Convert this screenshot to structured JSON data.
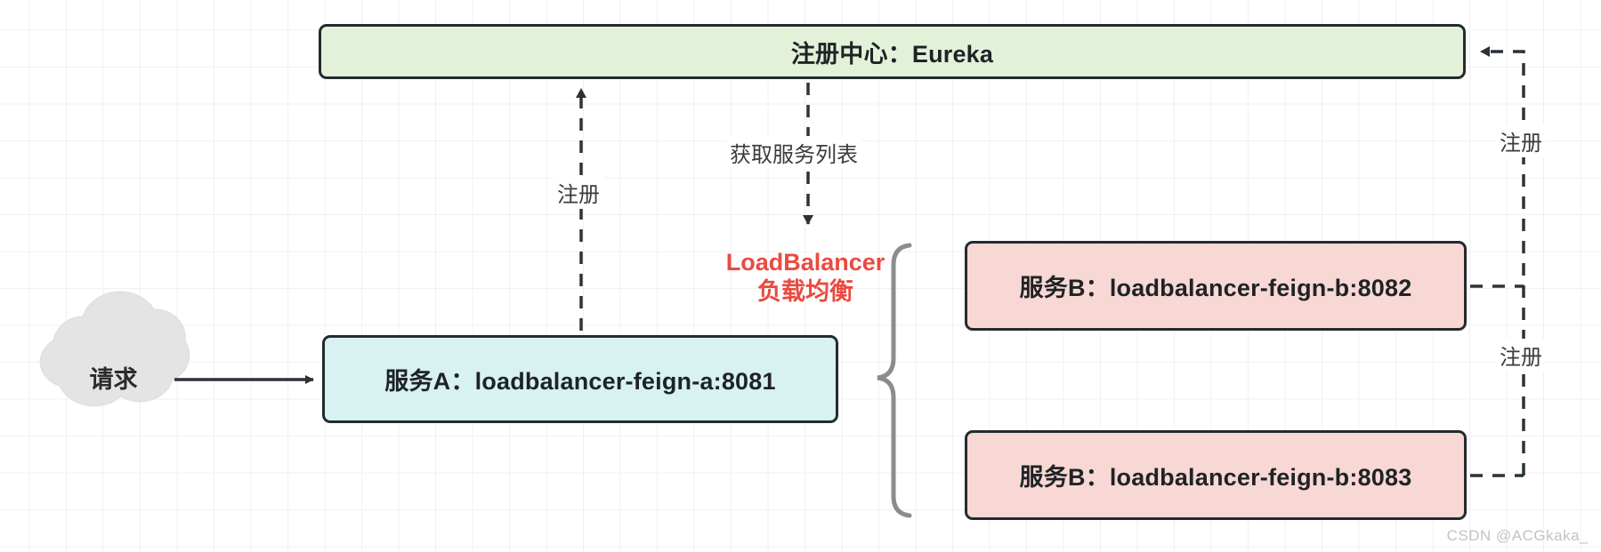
{
  "diagram": {
    "title_watermark": "CSDN @ACGkaka_",
    "nodes": {
      "registry": {
        "label": "注册中心：Eureka",
        "fill": "#e3f1d9",
        "stroke": "#232b2f"
      },
      "service_a": {
        "label": "服务A：loadbalancer-feign-a:8081",
        "fill": "#d8f1f1",
        "stroke": "#232b2f"
      },
      "service_b1": {
        "label": "服务B：loadbalancer-feign-b:8082",
        "fill": "#f8d8d4",
        "stroke": "#232b2f"
      },
      "service_b2": {
        "label": "服务B：loadbalancer-feign-b:8083",
        "fill": "#f8d8d4",
        "stroke": "#232b2f"
      },
      "request_cloud": {
        "label": "请求",
        "fill": "#e8e8e8"
      }
    },
    "annotations": {
      "loadbalancer_line1": "LoadBalancer",
      "loadbalancer_line2": "负载均衡",
      "loadbalancer_color": "#ea4a41"
    },
    "edges": {
      "register_a": "注册",
      "fetch_service_list": "获取服务列表",
      "register_b1": "注册",
      "register_b2": "注册"
    }
  }
}
